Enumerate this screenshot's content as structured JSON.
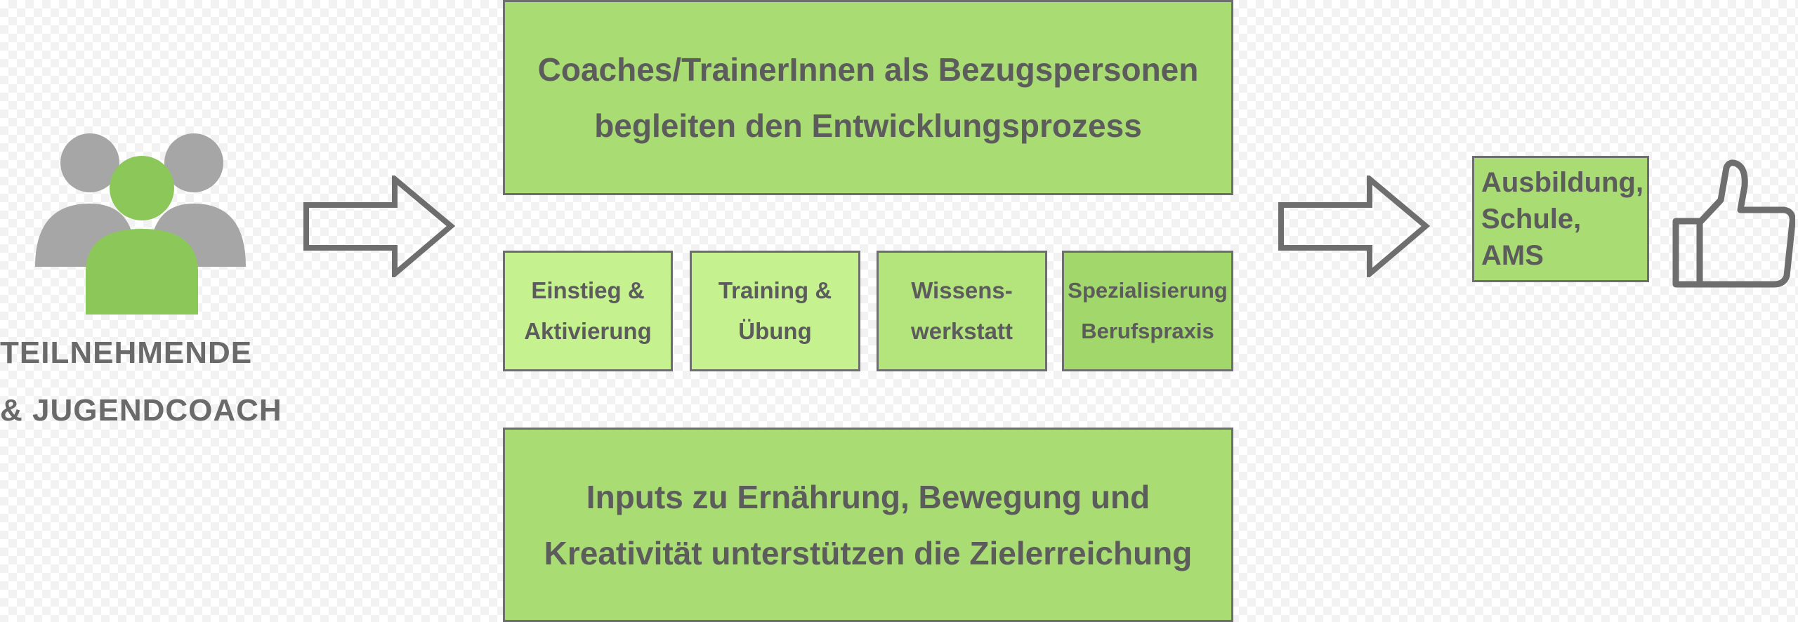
{
  "left_panel": {
    "icon": "people-group-icon",
    "icon_colors": {
      "back": "#a6a6a6",
      "front": "#8cc75a"
    },
    "label_line1": "TEILNEHMENDE",
    "label_line2": "& JUGENDCOACH"
  },
  "arrows": {
    "icon": "arrow-right-outline-icon",
    "color": "#6e6e6e"
  },
  "top_box": {
    "text": "Coaches/TrainerInnen als Bezugspersonen\nbegleiten den Entwicklungsprozess"
  },
  "phases": [
    {
      "text": "Einstieg &\nAktivierung"
    },
    {
      "text": "Training &\nÜbung"
    },
    {
      "text": "Wissens-\nwerkstatt"
    },
    {
      "text": "Spezialisierung\nBerufspraxis"
    }
  ],
  "bottom_box": {
    "text": "Inputs zu Ernährung, Bewegung und\nKreativität unterstützen die Zielerreichung"
  },
  "outcome": {
    "text": "Ausbildung,\nSchule,\nAMS"
  },
  "thumbs_up": {
    "icon": "thumbs-up-outline-icon",
    "color": "#6e6e6e"
  },
  "colors": {
    "box_green": "#a9dc73",
    "phase_light": "#c5f28f",
    "phase_mid": "#b4e47c",
    "phase_deep": "#a2d86b",
    "border": "#6e6e6e",
    "text": "#5c5c5c"
  }
}
